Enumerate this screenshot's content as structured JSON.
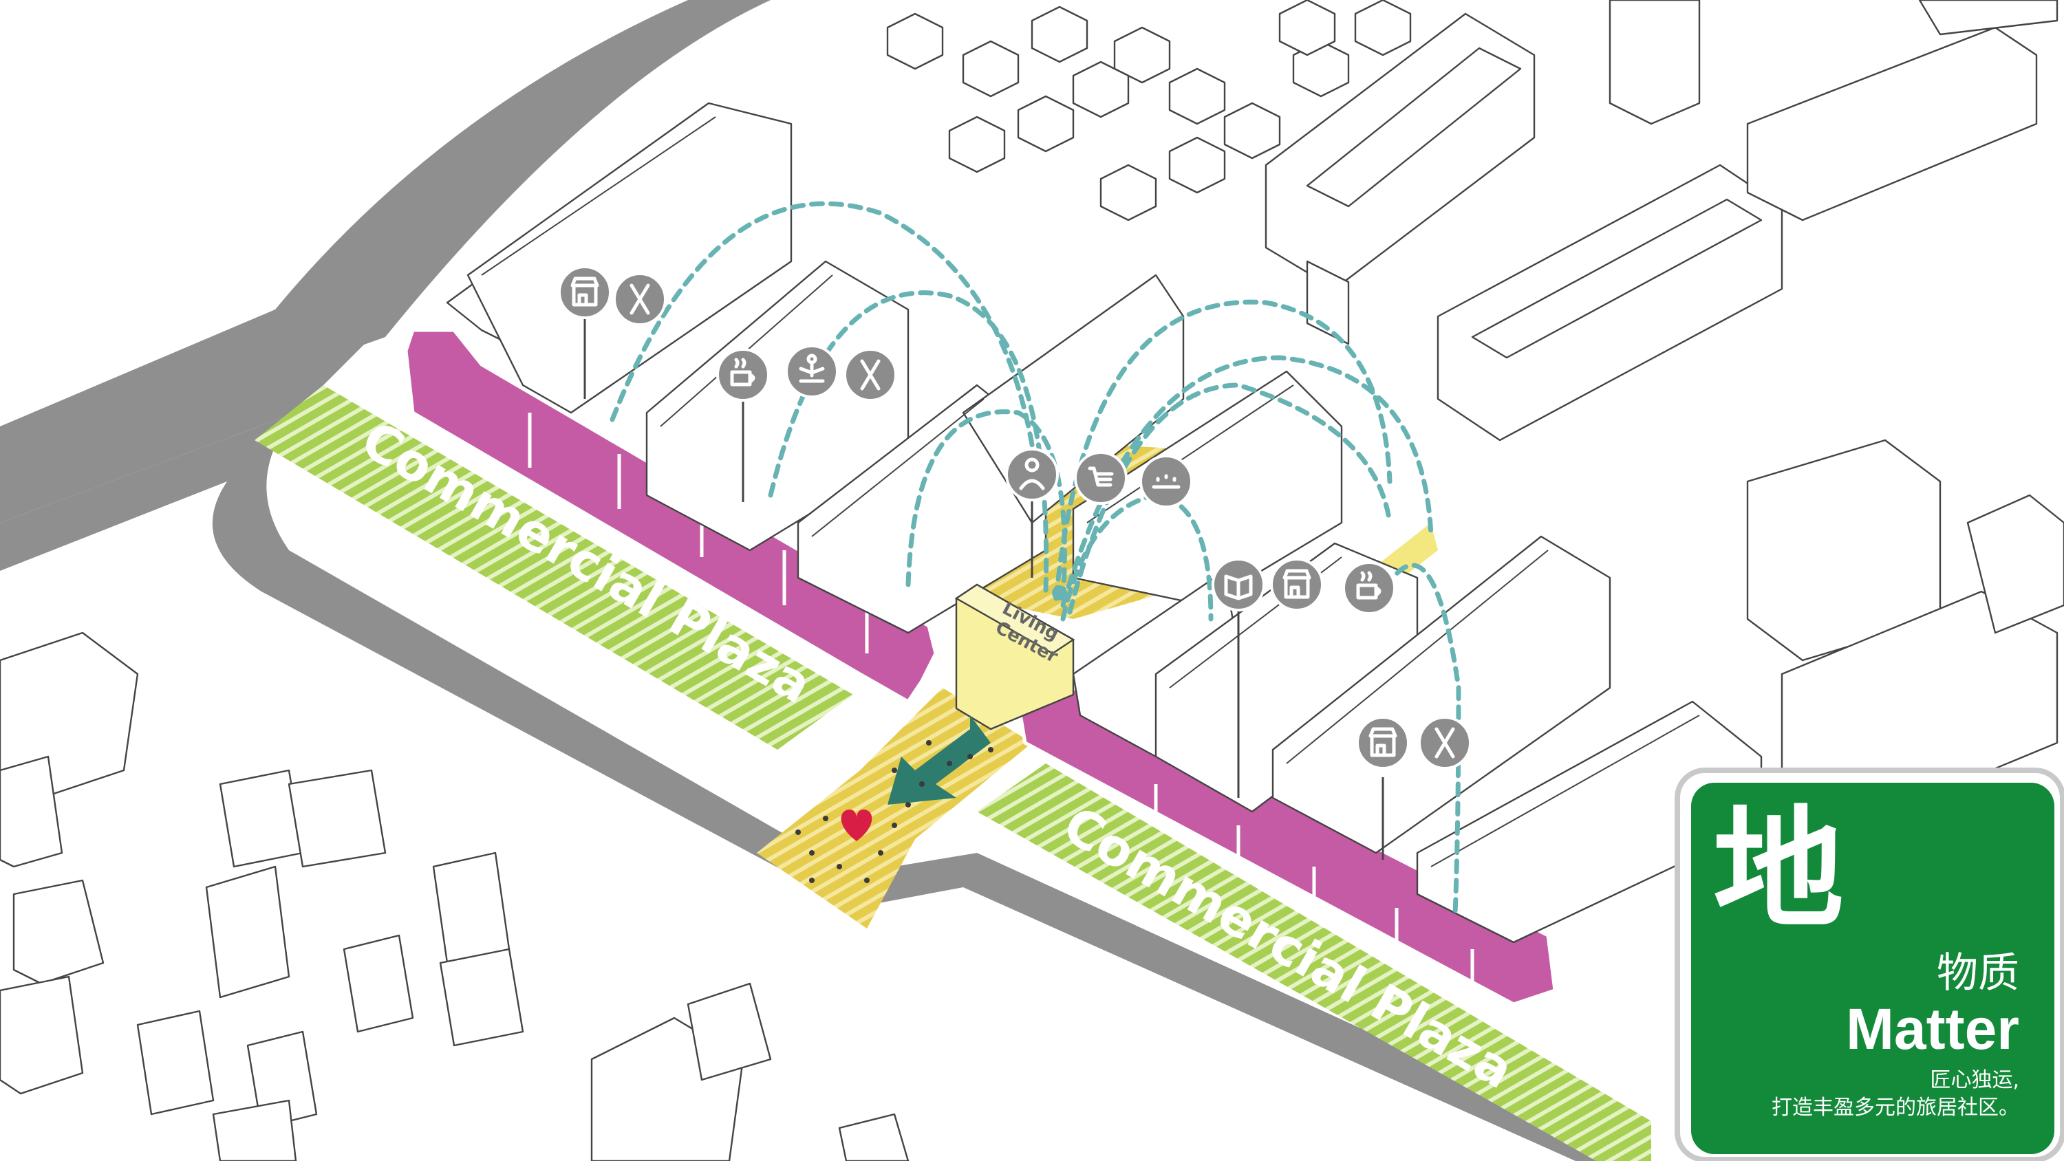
{
  "labels": {
    "plaza_upper": "Commercial Plaza",
    "plaza_lower": "Commercial Plaza",
    "living_center_line1": "Living",
    "living_center_line2": "Center"
  },
  "badge": {
    "character": "地",
    "subtitle_cn": "物质",
    "title_en": "Matter",
    "caption_line1": "匠心独运,",
    "caption_line2": "打造丰盈多元的旅居社区。"
  },
  "icons": [
    "shop-icon",
    "dining-icon",
    "coffee-icon",
    "yoga-icon",
    "dining-icon",
    "service-person-icon",
    "cart-icon",
    "meeting-icon",
    "book-icon",
    "shop-icon",
    "coffee-icon",
    "shop-icon",
    "dining-icon",
    "heart-icon",
    "direction-arrow-icon"
  ],
  "colors": {
    "road": "#8f8f8f",
    "plaza_green": "#a7cf52",
    "courtyard_yellow": "#e8cf50",
    "commercial_magenta": "#c55ba4",
    "living_center": "#f8f2a0",
    "path_dashed": "#67b3b3",
    "badge_green": "#13893a",
    "arrow_teal": "#2e7c6e",
    "heart_red": "#d81e44",
    "icon_grey": "#8c8c8c"
  }
}
